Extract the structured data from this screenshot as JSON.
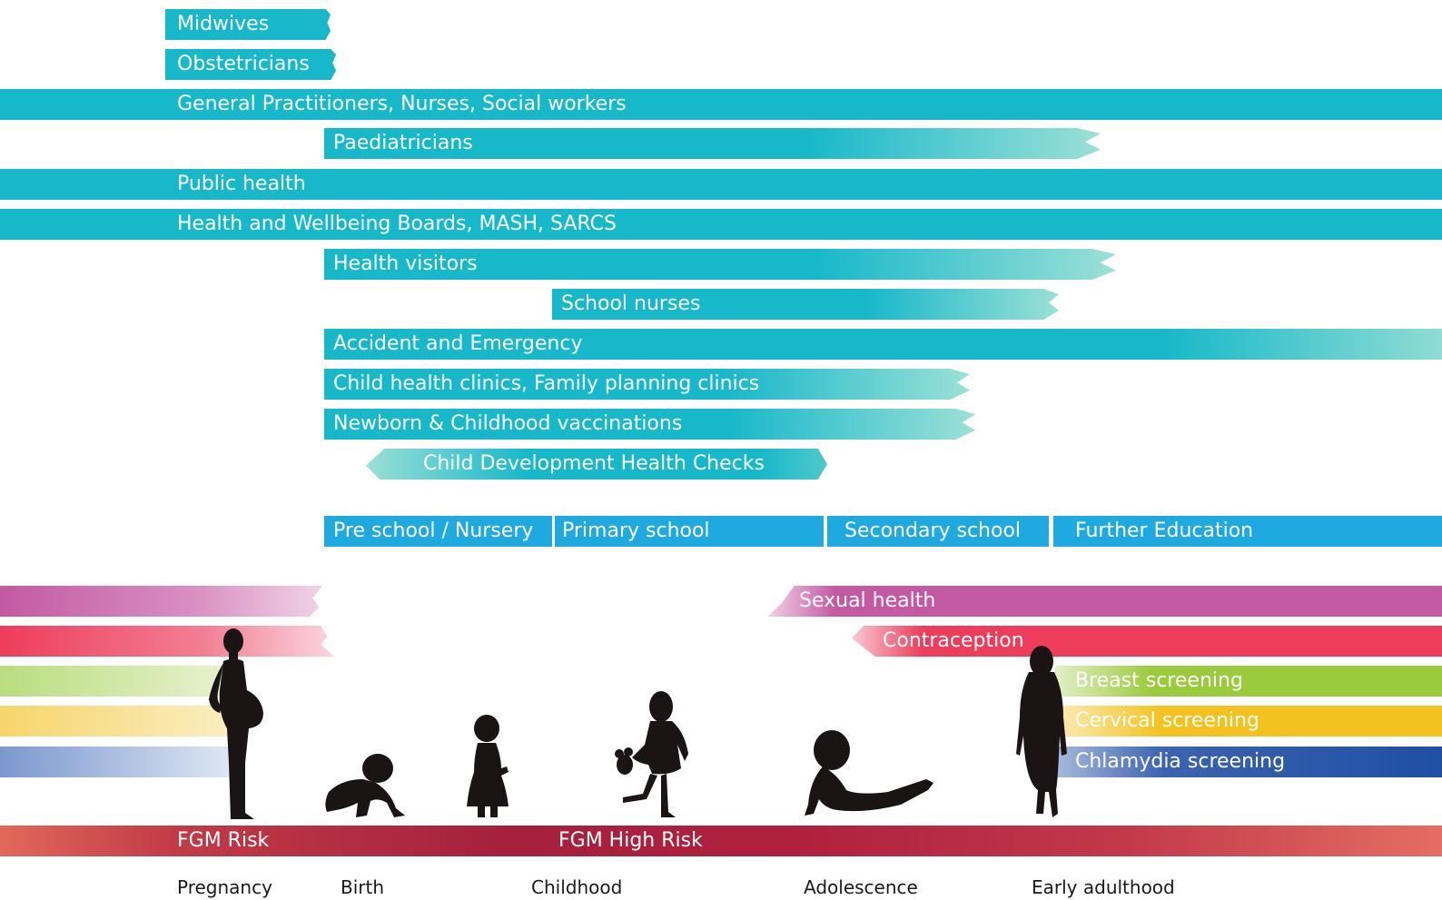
{
  "services": [
    {
      "label": "Midwives"
    },
    {
      "label": "Obstetricians"
    },
    {
      "label": "General Practitioners, Nurses, Social workers"
    },
    {
      "label": "Paediatricians"
    },
    {
      "label": "Public health"
    },
    {
      "label": "Health and Wellbeing Boards, MASH, SARCS"
    },
    {
      "label": "Health visitors"
    },
    {
      "label": "School nurses"
    },
    {
      "label": "Accident and Emergency"
    },
    {
      "label": "Child health clinics, Family planning clinics"
    },
    {
      "label": "Newborn & Childhood vaccinations"
    },
    {
      "label": "Child Development Health Checks"
    }
  ],
  "education": [
    {
      "label": "Pre school / Nursery"
    },
    {
      "label": "Primary school"
    },
    {
      "label": "Secondary school"
    },
    {
      "label": "Further Education"
    }
  ],
  "screening": [
    {
      "label": "Sexual health",
      "color": "#c359a3"
    },
    {
      "label": "Contraception",
      "color": "#ee3d5b"
    },
    {
      "label": "Breast screening",
      "color": "#9acb3c"
    },
    {
      "label": "Cervical screening",
      "color": "#f3c21e"
    },
    {
      "label": "Chlamydia screening",
      "color": "#1f4fa3"
    }
  ],
  "fgm": {
    "risk": "FGM Risk",
    "high_risk": "FGM High Risk"
  },
  "stages": [
    "Pregnancy",
    "Birth",
    "Childhood",
    "Adolescence",
    "Early adulthood"
  ],
  "colors": {
    "teal": "#17b8ca",
    "education_blue": "#1fa9e1",
    "fgm_red": "#b0203e",
    "silhouette": "#1a1414"
  }
}
